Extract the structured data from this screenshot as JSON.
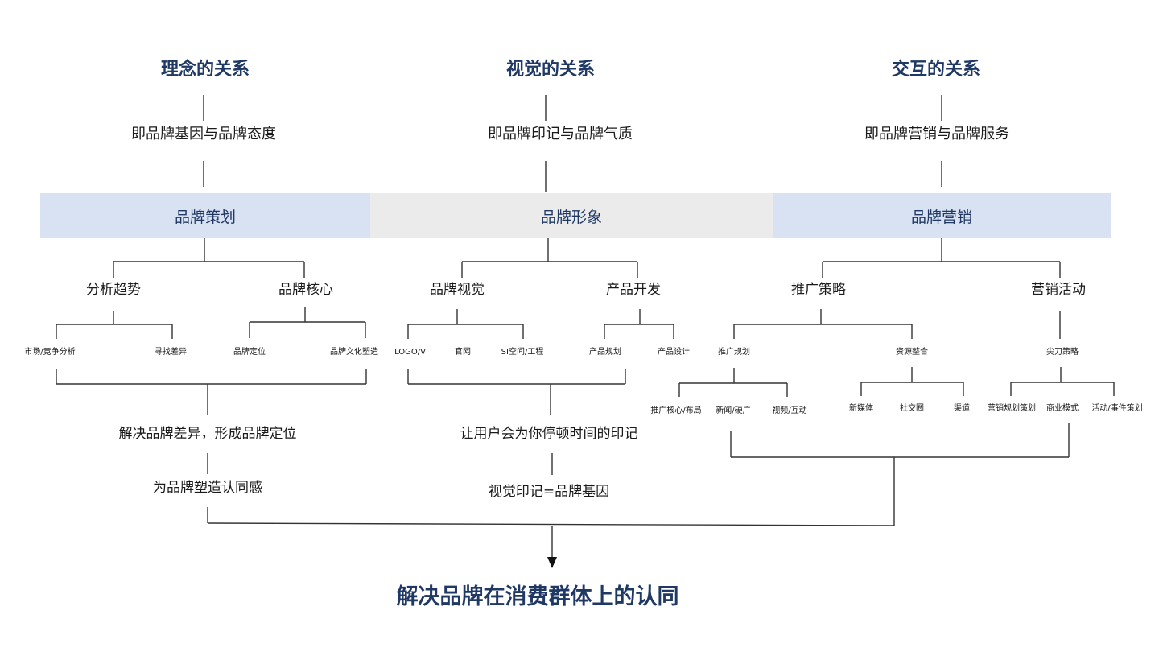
{
  "columns": [
    {
      "heading": "理念的关系",
      "subtitle": "即品牌基因与品牌态度",
      "band": "品牌策划",
      "branches": [
        {
          "label": "分析趋势",
          "items": [
            "市场/竞争分析",
            "寻找差异"
          ]
        },
        {
          "label": "品牌核心",
          "items": [
            "品牌定位",
            "品牌文化塑造"
          ]
        }
      ],
      "results": [
        "解决品牌差异，形成品牌定位",
        "为品牌塑造认同感"
      ]
    },
    {
      "heading": "视觉的关系",
      "subtitle": "即品牌印记与品牌气质",
      "band": "品牌形象",
      "branches": [
        {
          "label": "品牌视觉",
          "items": [
            "LOGO/VI",
            "官网",
            "SI空间/工程"
          ]
        },
        {
          "label": "产品开发",
          "items": [
            "产品规划",
            "产品设计"
          ]
        }
      ],
      "results": [
        "让用户会为你停顿时间的印记",
        "视觉印记=品牌基因"
      ]
    },
    {
      "heading": "交互的关系",
      "subtitle": "即品牌营销与品牌服务",
      "band": "品牌营销",
      "branches": [
        {
          "label": "推广策略",
          "groups": [
            {
              "label": "推广规划",
              "items": [
                "推广核心/布局",
                "新闻/硬广",
                "视频/互动"
              ]
            },
            {
              "label": "资源整合",
              "items": [
                "新媒体",
                "社交圈",
                "渠道"
              ]
            }
          ]
        },
        {
          "label": "营销活动",
          "groups": [
            {
              "label": "尖刀策略",
              "items": [
                "营销规划策划",
                "商业模式",
                "活动/事件策划"
              ]
            }
          ]
        }
      ]
    }
  ],
  "conclusion": "解决品牌在消费群体上的认同",
  "colors": {
    "heading": "#1f3864",
    "band_blue": "#d9e2f3",
    "band_gray": "#ebebeb",
    "line": "#333333"
  }
}
